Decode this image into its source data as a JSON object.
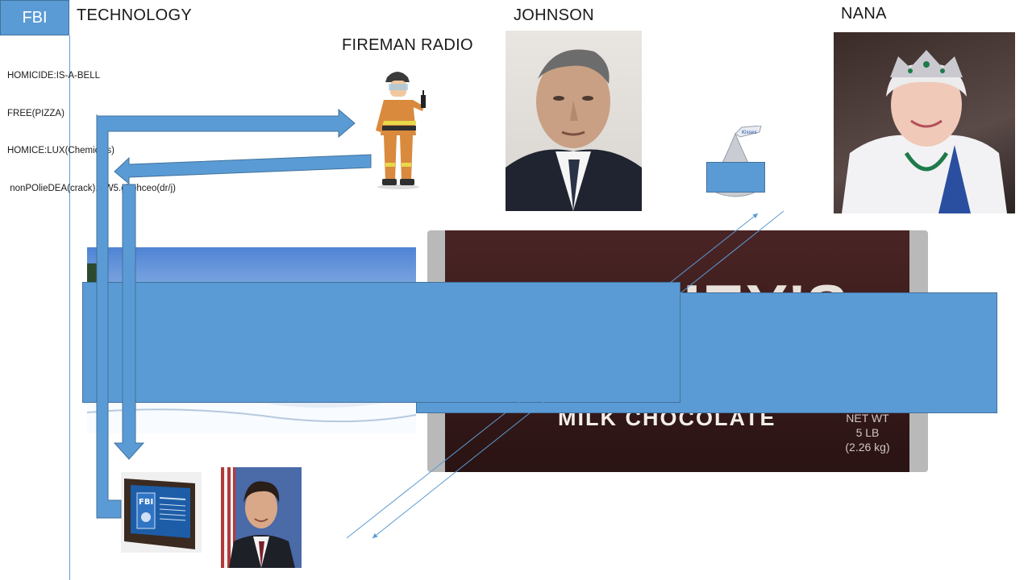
{
  "slide": {
    "fbi_label": "FBI",
    "technology_label": "TECHNOLOGY",
    "fireman_label": "FIREMAN RADIO",
    "johnson_label": "JOHNSON",
    "nana_label": "NANA",
    "notes": [
      "HOMICIDE:IS-A-BELL",
      "FREE(PIZZA)",
      "HOMICE:LUX(Chemicles)",
      " nonPOlieDEA(crack).HW5.ghohceo(dr/j)"
    ],
    "chocolate": {
      "brand": "HERSHEY'S",
      "product": "MILK CHOCOLATE",
      "net_wt_1": "NET WT",
      "net_wt_2": "5 LB",
      "net_wt_3": "(2.26 kg)"
    },
    "plaque_text": "FBI",
    "kiss_text": "Kisses"
  },
  "colors": {
    "accent": "#5b9bd5",
    "accent_border": "#41719c",
    "chocolate": "#3d1e1e",
    "chocolate_dark": "#2a1313"
  }
}
